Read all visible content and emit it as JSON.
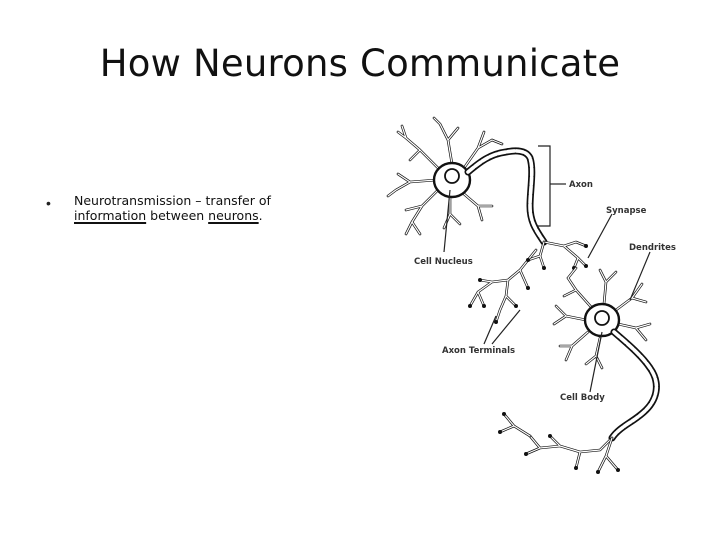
{
  "slide": {
    "title": "How Neurons Communicate",
    "bullet_marker": "•",
    "bullet": {
      "term": "Neurotransmission",
      "dash": " – transfer of ",
      "word_information": "information",
      "between": " between ",
      "word_neurons": "neurons",
      "period": "."
    }
  },
  "diagram": {
    "labels": {
      "axon": "Axon",
      "synapse": "Synapse",
      "dendrites": "Dendrites",
      "cell_nucleus": "Cell Nucleus",
      "axon_terminals": "Axon Terminals",
      "cell_body": "Cell Body"
    }
  }
}
